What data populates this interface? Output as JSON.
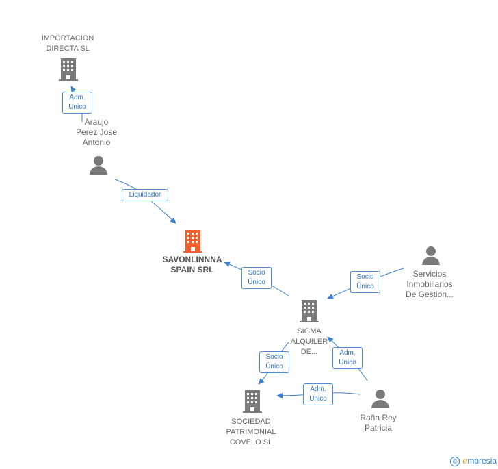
{
  "colors": {
    "edge": "#3b82d0",
    "node_gray": "#7a7a7a",
    "node_main": "#f0602c"
  },
  "nodes": {
    "importacion": {
      "type": "company",
      "label": "IMPORTACION\nDIRECTA SL"
    },
    "araujo": {
      "type": "person",
      "label": "Araujo\nPerez Jose\nAntonio"
    },
    "savonlinnna": {
      "type": "company-main",
      "label": "SAVONLINNNA\nSPAIN SRL"
    },
    "servicios": {
      "type": "person",
      "label": "Servicios\nInmobiliarios\nDe Gestion..."
    },
    "sigma": {
      "type": "company",
      "label": "SIGMA\nALQUILER\nDE..."
    },
    "sociedad": {
      "type": "company",
      "label": "SOCIEDAD\nPATRIMONIAL\nCOVELO SL"
    },
    "rana": {
      "type": "person",
      "label": "Raña Rey\nPatricia"
    }
  },
  "edges": [
    {
      "label": "Adm.\nUnico"
    },
    {
      "label": "Liquidador"
    },
    {
      "label": "Socio\nÚnico"
    },
    {
      "label": "Socio\nÚnico"
    },
    {
      "label": "Adm.\nUnico"
    },
    {
      "label": "Socio\nÚnico"
    },
    {
      "label": "Adm.\nUnico"
    }
  ],
  "brand": {
    "copyright": "©",
    "name_initial": "e",
    "name_rest": "mpresia"
  }
}
